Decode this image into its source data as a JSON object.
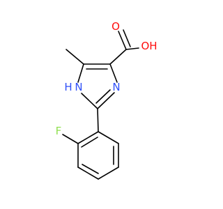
{
  "molecule": {
    "atoms": {
      "oxygen_carbonyl": {
        "symbol": "O",
        "color": "#ff0d0d"
      },
      "hydroxyl": {
        "symbol": "OH",
        "color": "#ff0d0d"
      },
      "ring_nitrogen": {
        "symbol": "N",
        "color": "#3050f8"
      },
      "ring_nh": {
        "symbol": "H",
        "color": "#3050f8"
      },
      "ring_nh_n": {
        "symbol": "N",
        "color": "#3050f8"
      },
      "fluorine": {
        "symbol": "F",
        "color": "#90e050"
      }
    },
    "colors": {
      "bond": "#000000",
      "background": "#ffffff"
    }
  }
}
